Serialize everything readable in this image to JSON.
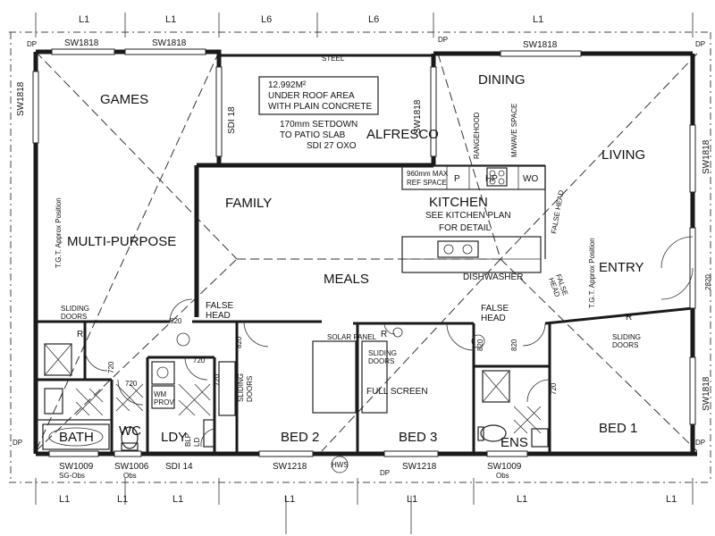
{
  "rooms": {
    "games": "GAMES",
    "multi_purpose": "MULTI-PURPOSE",
    "alfresco": "ALFRESCO",
    "dining": "DINING",
    "living": "LIVING",
    "family": "FAMILY",
    "meals": "MEALS",
    "kitchen": "KITCHEN",
    "entry": "ENTRY",
    "bath": "BATH",
    "wc": "WC",
    "ldy": "LDY",
    "bed2": "BED 2",
    "bed3": "BED 3",
    "ens": "ENS",
    "bed1": "BED 1"
  },
  "grid_top": [
    "L1",
    "L1",
    "L6",
    "L6",
    "L1"
  ],
  "grid_bottom": [
    "L1",
    "L1",
    "L1",
    "L1",
    "L1",
    "L1",
    "L1"
  ],
  "windows": {
    "sw1818_a": "SW1818",
    "sw1818_b": "SW1818",
    "sw1818_c": "SW1818",
    "sw1818_left": "SW1818",
    "sw1818_right": "SW1818",
    "sw1818_right2": "SW1818",
    "sw1009_a": "SW1009",
    "sw1009_a_note": "SG-Obs",
    "sw1006": "SW1006",
    "sw1006_note": "Obs",
    "sdi14": "SDI 14",
    "sw1218_a": "SW1218",
    "sw1218_b": "SW1218",
    "sw1009_b": "SW1009",
    "sw1009_b_note": "Obs",
    "sdi18": "SDI 18",
    "sw1818_alf": "SW1818"
  },
  "alfresco_box": {
    "line1": "12.992M²",
    "line2": "UNDER ROOF AREA",
    "line3": "WITH PLAIN CONCRETE"
  },
  "alfresco_notes": {
    "line1": "170mm SETDOWN",
    "line2": "TO PATIO SLAB",
    "line3": "SDI 27 OXO",
    "steel": "STEEL"
  },
  "kitchen": {
    "ref_space": "REF SPACE",
    "ref_note": "960mm MAX",
    "p": "P",
    "hp": "HP",
    "wo": "WO",
    "see_plan_1": "SEE KITCHEN PLAN",
    "see_plan_2": "FOR DETAIL",
    "rangehood": "RANGEHOOD",
    "mwave": "M/WAVE SPACE",
    "dishwasher": "DISHWASHER",
    "false_head": "FALSE HEAD"
  },
  "notes": {
    "tgt_left": "T.G.T. Approx Position",
    "tgt_right": "T.G.T. Approx Position",
    "sliding_doors_1": "SLIDING",
    "sliding_doors_2": "DOORS",
    "false_head_1": "FALSE",
    "false_head_2": "HEAD",
    "false_head_3": "FALSE",
    "false_head_4": "HEAD",
    "false_head_5": "FALSE",
    "false_head_6": "HEAD",
    "solar_panel": "SOLAR PANEL",
    "full_screen": "FULL SCREEN",
    "hws": "HWS",
    "dp": "DP",
    "dim_2820": "2820",
    "r": "R"
  },
  "doors": {
    "d820_a": "820",
    "d820_b": "820",
    "d820_c": "820",
    "d820_d": "820",
    "d720_a": "720",
    "d720_b": "720",
    "d720_c": "720",
    "d720_d": "720",
    "d720_e": "720"
  },
  "fixtures": {
    "wm": "WM",
    "prov": "PROV",
    "blp": "BLP",
    "ld": "LD"
  }
}
